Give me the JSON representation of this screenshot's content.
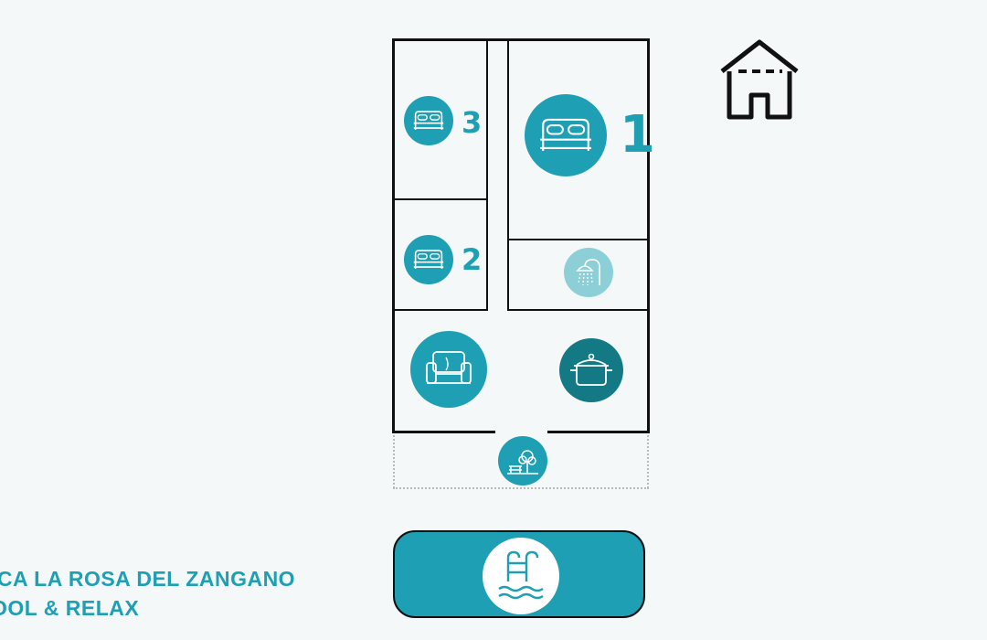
{
  "colors": {
    "accent": "#1e9fb3",
    "accent_dark": "#137985",
    "accent_light": "#8ccfd7",
    "line": "#111111",
    "background": "#f4f8f8"
  },
  "rooms": {
    "bedroom_1": {
      "label": "1",
      "icon": "double-bed-icon"
    },
    "bedroom_2": {
      "label": "2",
      "icon": "double-bed-icon"
    },
    "bedroom_3": {
      "label": "3",
      "icon": "double-bed-icon"
    },
    "bathroom": {
      "icon": "shower-icon"
    },
    "living_room": {
      "icon": "armchair-icon"
    },
    "kitchen": {
      "icon": "cooking-pot-icon"
    },
    "garden": {
      "icon": "garden-bench-tree-icon"
    },
    "pool": {
      "icon": "swimming-pool-ladder-icon"
    }
  },
  "top_icon": "house-icon",
  "caption": {
    "line1": "ICA LA ROSA DEL ZANGANO",
    "line2": "OOL & RELAX"
  }
}
